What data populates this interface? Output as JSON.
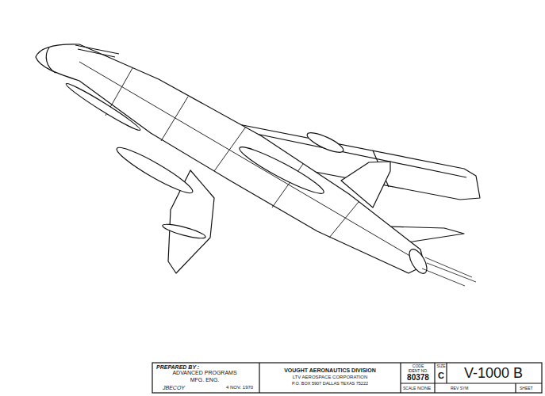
{
  "diagram": {
    "labels": [
      "PREPARED BY :",
      "ADVANCED PROGRAMS",
      "MFG. ENG.",
      "JBECOY",
      "4 NOV. 1970",
      "VOUGHT AERONAUTICS DIVISION",
      "LTV AEROSPACE CORPORATION",
      "P.O. BOX 5907 DALLAS TEXAS 75222",
      "CODE",
      "IDENT NO.",
      "80378",
      "SIZE",
      "C",
      "V-1000 B",
      "SCALE",
      "NONE",
      "REV SYM",
      "SHEET"
    ]
  }
}
